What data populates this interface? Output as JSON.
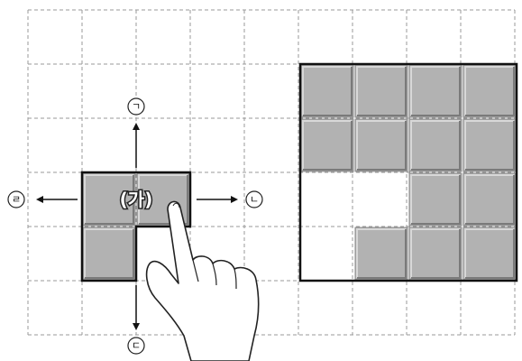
{
  "piece": {
    "label": "(가)"
  },
  "directions": {
    "up": "ㄱ",
    "right": "ㄴ",
    "down": "ㄷ",
    "left": "ㄹ"
  },
  "board": {
    "rows": 4,
    "cols": 4,
    "filled": [
      [
        1,
        1,
        1,
        1
      ],
      [
        1,
        1,
        1,
        1
      ],
      [
        0,
        0,
        1,
        1
      ],
      [
        0,
        1,
        1,
        1
      ]
    ]
  },
  "colors": {
    "tile": "#b2b2b2",
    "border": "#111111",
    "grid": "#9a9a9a"
  },
  "icons": {
    "hand": "pointing-hand-icon"
  }
}
